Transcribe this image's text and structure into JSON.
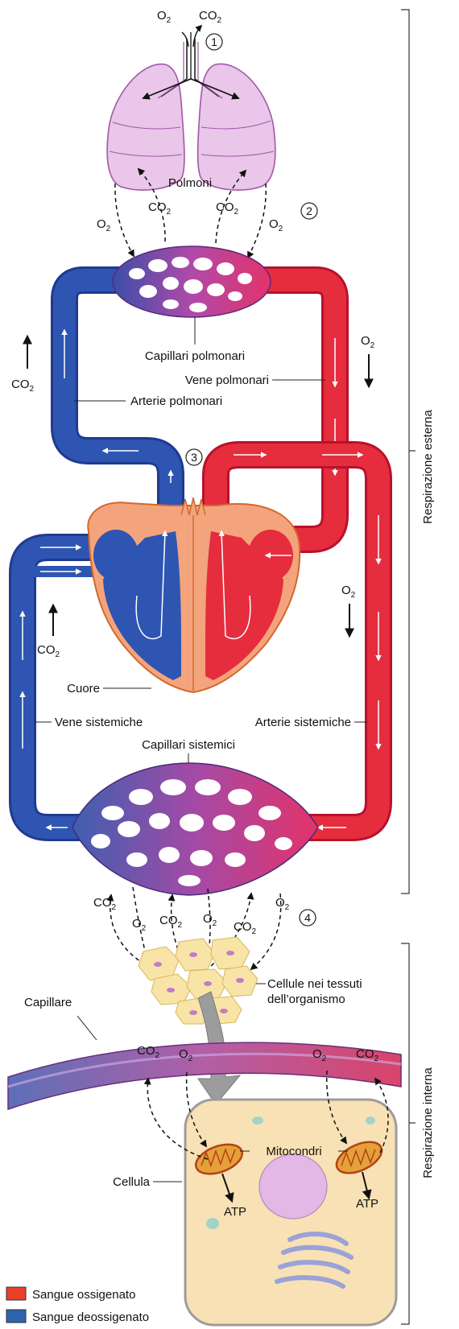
{
  "labels": {
    "polmoni": "Polmoni",
    "capillari_polmonari": "Capillari polmonari",
    "vene_polmonari": "Vene polmonari",
    "arterie_polmonari": "Arterie polmonari",
    "cuore": "Cuore",
    "vene_sistemiche": "Vene sistemiche",
    "arterie_sistemiche": "Arterie sistemiche",
    "capillari_sistemici": "Capillari sistemici",
    "cellule_line1": "Cellule nei tessuti",
    "cellule_line2": "dell’organismo",
    "capillare": "Capillare",
    "mitocondri": "Mitocondri",
    "cellula": "Cellula",
    "atp": "ATP"
  },
  "gases": {
    "o2_base": "O",
    "co2_base": "CO",
    "subscript": "2"
  },
  "steps": [
    "1",
    "2",
    "3",
    "4"
  ],
  "side_labels": {
    "external": "Respirazione esterna",
    "internal": "Respirazione interna"
  },
  "legend": [
    {
      "label": "Sangue ossigenato",
      "color": "#e8402b"
    },
    {
      "label": "Sangue deossigenato",
      "color": "#2f63ad"
    }
  ],
  "colors": {
    "oxygenated": "#e52d3e",
    "deoxygenated": "#2f4fa6",
    "heart_tissue": "#f4a47c",
    "lung": "#e8c8ea",
    "capillary_mix": "#b04aa8"
  }
}
